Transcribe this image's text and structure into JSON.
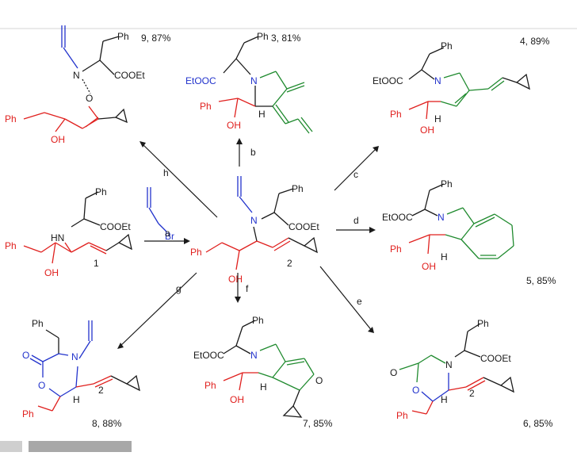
{
  "colors": {
    "red": "#e0201e",
    "blue": "#2233cc",
    "green": "#1f8a2e",
    "black": "#1a1a1a"
  },
  "captions": {
    "c9": "9, 87%",
    "c3": "3, 81%",
    "c4": "4, 89%",
    "c1": "1",
    "c2": "2",
    "c5": "5, 85%",
    "c8": "8, 88%",
    "c7": "7, 85%",
    "c6": "6, 85%",
    "c6b": "2",
    "c8b": "2"
  },
  "steps": {
    "a": "a",
    "b": "b",
    "c": "c",
    "d": "d",
    "e": "e",
    "f": "f",
    "g": "g",
    "h": "h"
  },
  "labels": {
    "ph": "Ph",
    "oh": "OH",
    "hn": "HN",
    "n": "N",
    "o": "O",
    "h": "H",
    "cooet": "COOEt",
    "etooc": "EtOOC",
    "br": "Br"
  }
}
